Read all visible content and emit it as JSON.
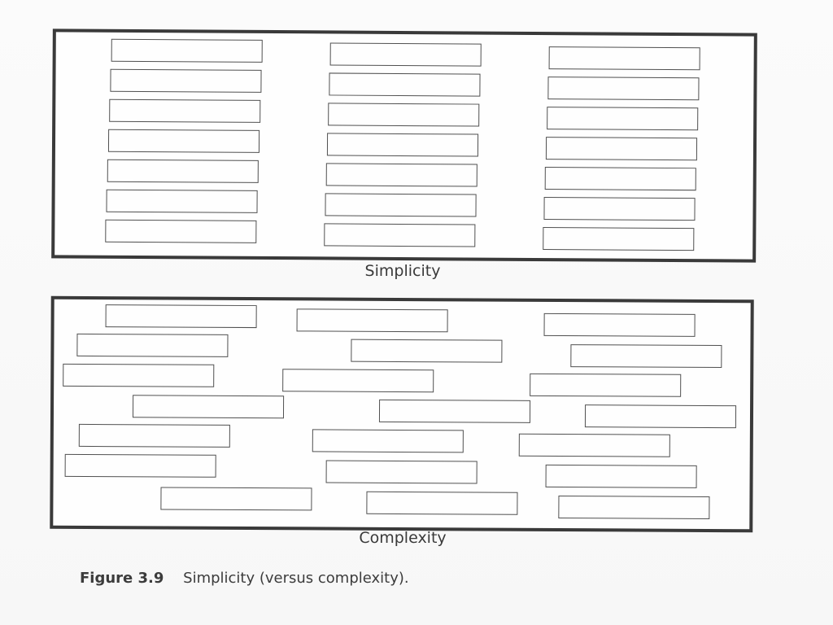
{
  "diagram": {
    "top_panel": {
      "caption": "Simplicity",
      "box_count": 21
    },
    "bottom_panel": {
      "caption": "Complexity",
      "box_count": 21
    }
  },
  "figure": {
    "number": "Figure 3.9",
    "caption": "Simplicity (versus complexity)."
  },
  "colors": {
    "border": "#3a3a3a",
    "box_outline": "#505050",
    "background": "#fafafa"
  }
}
